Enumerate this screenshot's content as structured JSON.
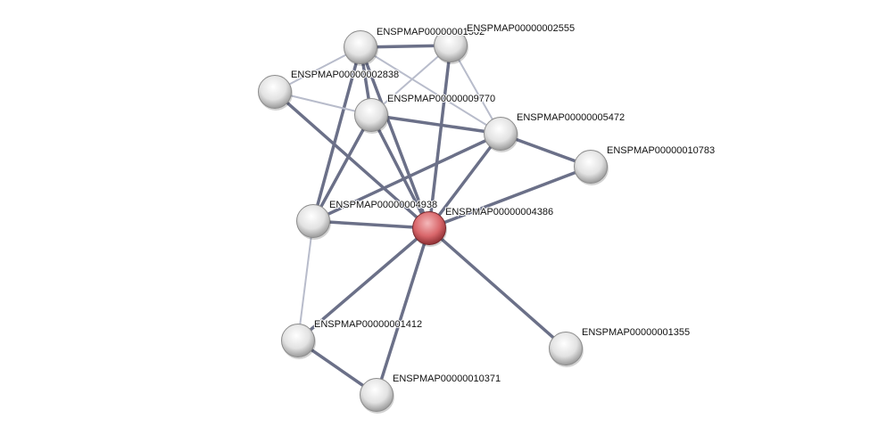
{
  "nodes": [
    {
      "id": "1502",
      "label": "ENSPMAP00000001502",
      "color": "#e6e6e6"
    },
    {
      "id": "2555",
      "label": "ENSPMAP00000002555",
      "color": "#e6e6e6"
    },
    {
      "id": "2838",
      "label": "ENSPMAP00000002838",
      "color": "#e6e6e6"
    },
    {
      "id": "9770",
      "label": "ENSPMAP00000009770",
      "color": "#e6e6e6"
    },
    {
      "id": "5472",
      "label": "ENSPMAP00000005472",
      "color": "#e6e6e6"
    },
    {
      "id": "10783",
      "label": "ENSPMAP00000010783",
      "color": "#e6e6e6"
    },
    {
      "id": "4938",
      "label": "ENSPMAP00000004938",
      "color": "#e6e6e6"
    },
    {
      "id": "4386",
      "label": "ENSPMAP00000004386",
      "color": "#d9676b",
      "query": true
    },
    {
      "id": "1412",
      "label": "ENSPMAP00000001412",
      "color": "#e6e6e6"
    },
    {
      "id": "1355",
      "label": "ENSPMAP00000001355",
      "color": "#e6e6e6"
    },
    {
      "id": "10371",
      "label": "ENSPMAP00000010371",
      "color": "#e6e6e6"
    }
  ],
  "edges": [
    [
      "1502",
      "2555",
      "strong"
    ],
    [
      "1502",
      "2838",
      "weak"
    ],
    [
      "1502",
      "9770",
      "strong"
    ],
    [
      "1502",
      "5472",
      "weak"
    ],
    [
      "1502",
      "4938",
      "strong"
    ],
    [
      "1502",
      "4386",
      "strong"
    ],
    [
      "2555",
      "9770",
      "weak"
    ],
    [
      "2555",
      "5472",
      "weak"
    ],
    [
      "2555",
      "4386",
      "strong"
    ],
    [
      "2838",
      "9770",
      "weak"
    ],
    [
      "2838",
      "4386",
      "strong"
    ],
    [
      "9770",
      "5472",
      "strong"
    ],
    [
      "9770",
      "4938",
      "strong"
    ],
    [
      "9770",
      "4386",
      "strong"
    ],
    [
      "5472",
      "4938",
      "strong"
    ],
    [
      "5472",
      "4386",
      "strong"
    ],
    [
      "5472",
      "10783",
      "strong"
    ],
    [
      "10783",
      "4386",
      "strong"
    ],
    [
      "4938",
      "4386",
      "strong"
    ],
    [
      "4938",
      "1412",
      "weak"
    ],
    [
      "4386",
      "1412",
      "strong"
    ],
    [
      "4386",
      "10371",
      "strong"
    ],
    [
      "4386",
      "1355",
      "strong"
    ],
    [
      "1412",
      "10371",
      "strong"
    ]
  ],
  "edge_colors": {
    "strong": "#6b7088",
    "weak": "#b8bccb"
  }
}
